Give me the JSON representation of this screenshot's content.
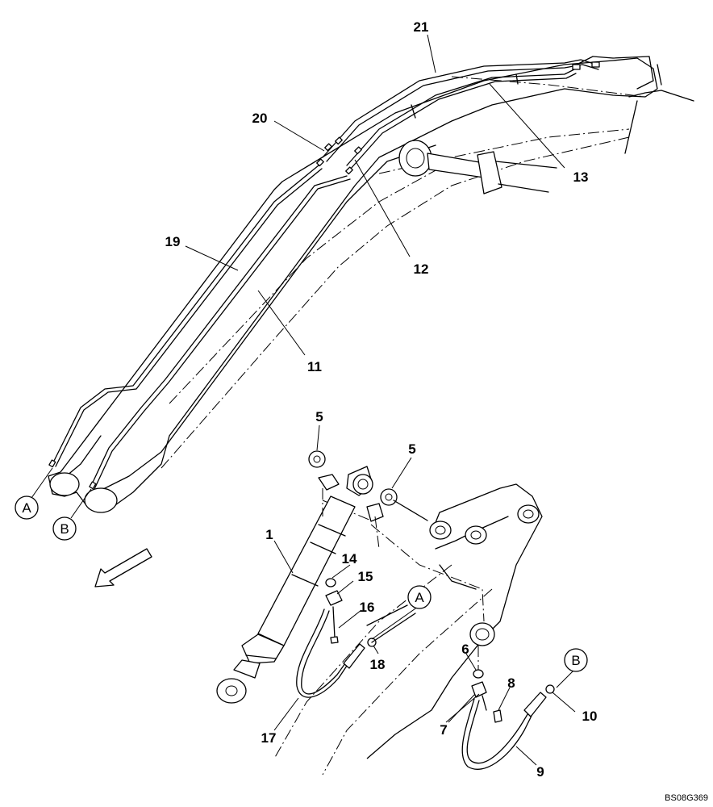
{
  "drawing": {
    "reference_code": "BS08G369",
    "connection_labels": {
      "a_top": "A",
      "b_top": "B",
      "a_bottom": "A",
      "b_bottom": "B"
    },
    "part_callouts": {
      "p21": "21",
      "p20": "20",
      "p13": "13",
      "p12": "12",
      "p19": "19",
      "p11": "11",
      "p5a": "5",
      "p5b": "5",
      "p1": "1",
      "p14": "14",
      "p15": "15",
      "p16": "16",
      "p18": "18",
      "p17": "17",
      "p6": "6",
      "p8": "8",
      "p7": "7",
      "p10": "10",
      "p9": "9"
    }
  }
}
